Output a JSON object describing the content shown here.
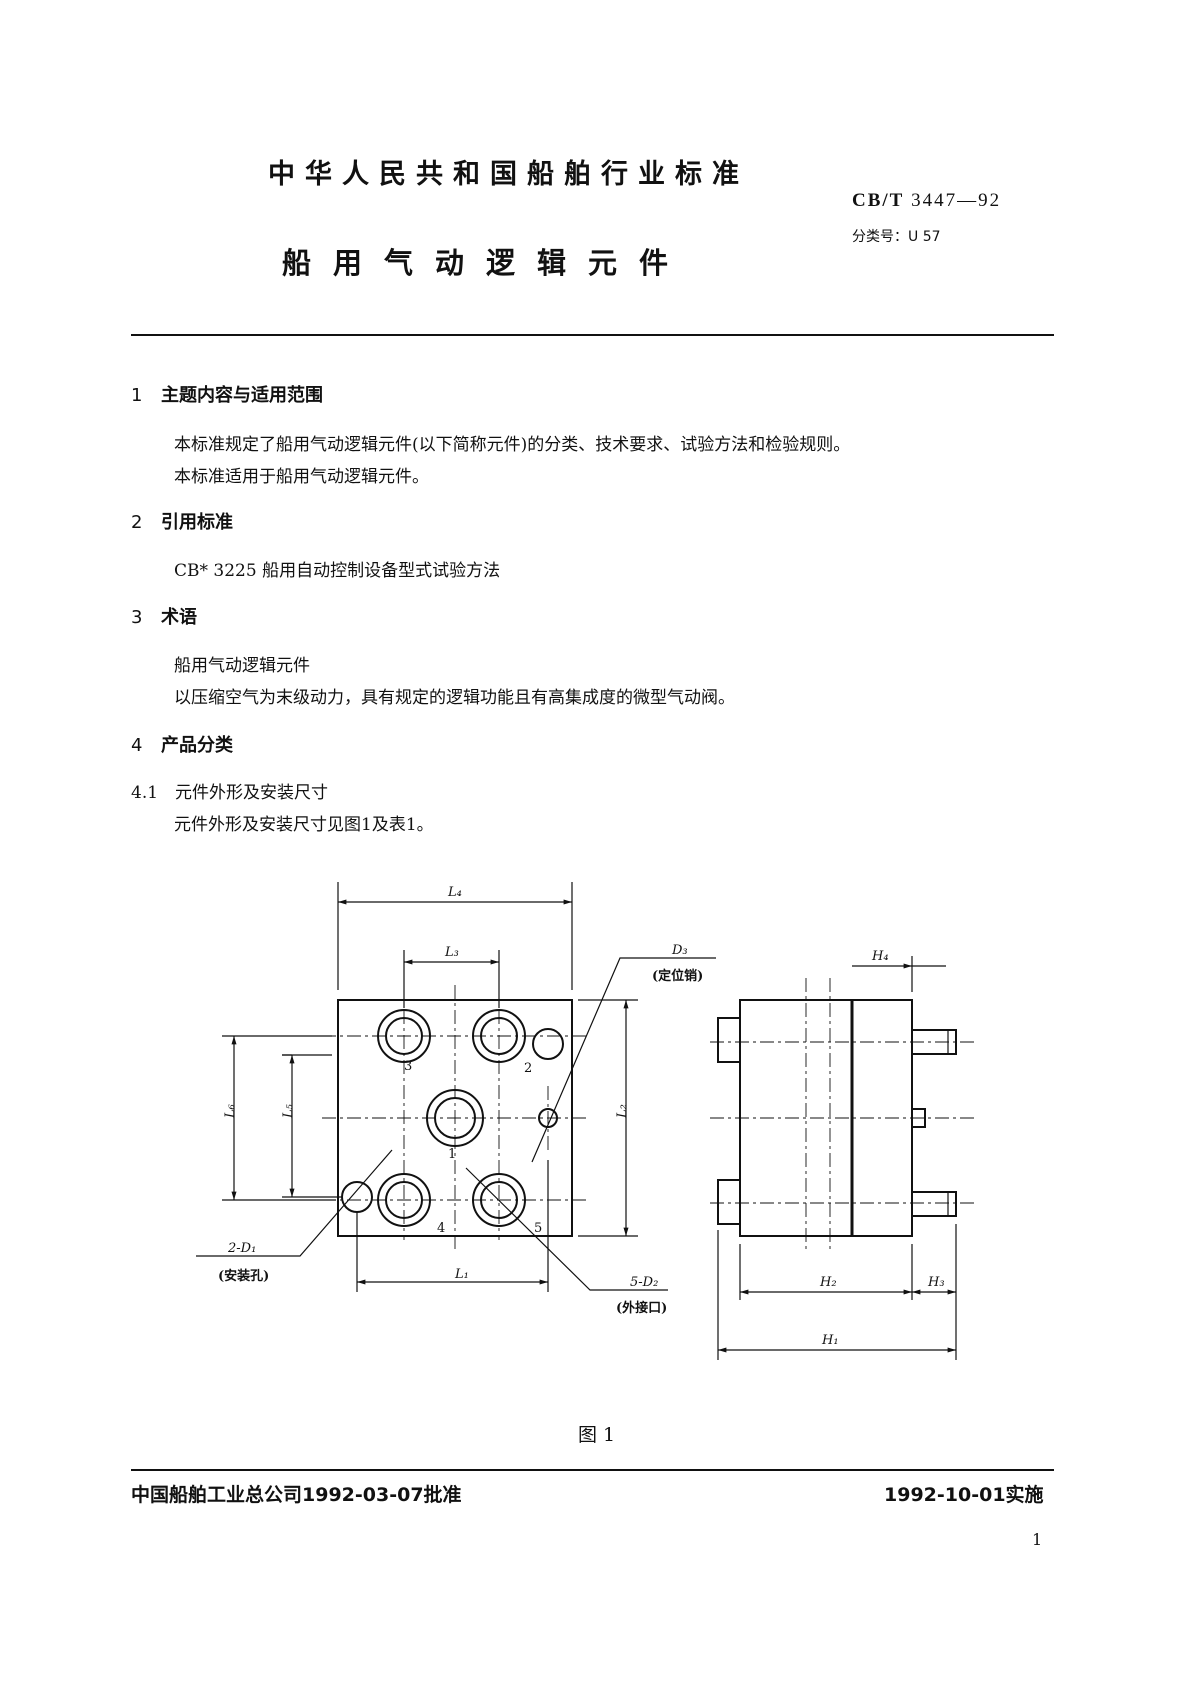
{
  "header": {
    "organization": "中华人民共和国船舶行业标准",
    "title": "船用气动逻辑元件",
    "standard_prefix": "CB/T",
    "standard_number": "3447—92",
    "classification": "分类号：U 57"
  },
  "sections": [
    {
      "num": "1",
      "heading": "主题内容与适用范围",
      "paras": [
        "本标准规定了船用气动逻辑元件(以下简称元件)的分类、技术要求、试验方法和检验规则。",
        "本标准适用于船用气动逻辑元件。"
      ]
    },
    {
      "num": "2",
      "heading": "引用标准",
      "paras": [
        "CB* 3225  船用自动控制设备型式试验方法"
      ]
    },
    {
      "num": "3",
      "heading": "术语",
      "paras": [
        "船用气动逻辑元件",
        "以压缩空气为末级动力，具有规定的逻辑功能且有高集成度的微型气动阀。"
      ]
    },
    {
      "num": "4",
      "heading": "产品分类",
      "paras": []
    }
  ],
  "subsection": {
    "num": "4.1",
    "heading": "元件外形及安装尺寸",
    "para": "元件外形及安装尺寸见图1及表1。"
  },
  "figure": {
    "labels": {
      "L4": "L₄",
      "L3": "L₃",
      "L1": "L₁",
      "L5": "L₅",
      "L6": "L₆",
      "L2": "L₂",
      "D3": "D₃",
      "D3_note": "(定位销)",
      "D1": "2-D₁",
      "D1_note": "(安装孔)",
      "D2": "5-D₂",
      "D2_note": "(外接口)",
      "H4": "H₄",
      "H2": "H₂",
      "H3": "H₃",
      "H1": "H₁",
      "port1": "1",
      "port2": "2",
      "port3": "3",
      "port4": "4",
      "port5": "5"
    },
    "caption": "图 1"
  },
  "footer": {
    "approval": "中国船舶工业总公司1992-03-07批准",
    "effective": "1992-10-01实施",
    "page": "1"
  }
}
